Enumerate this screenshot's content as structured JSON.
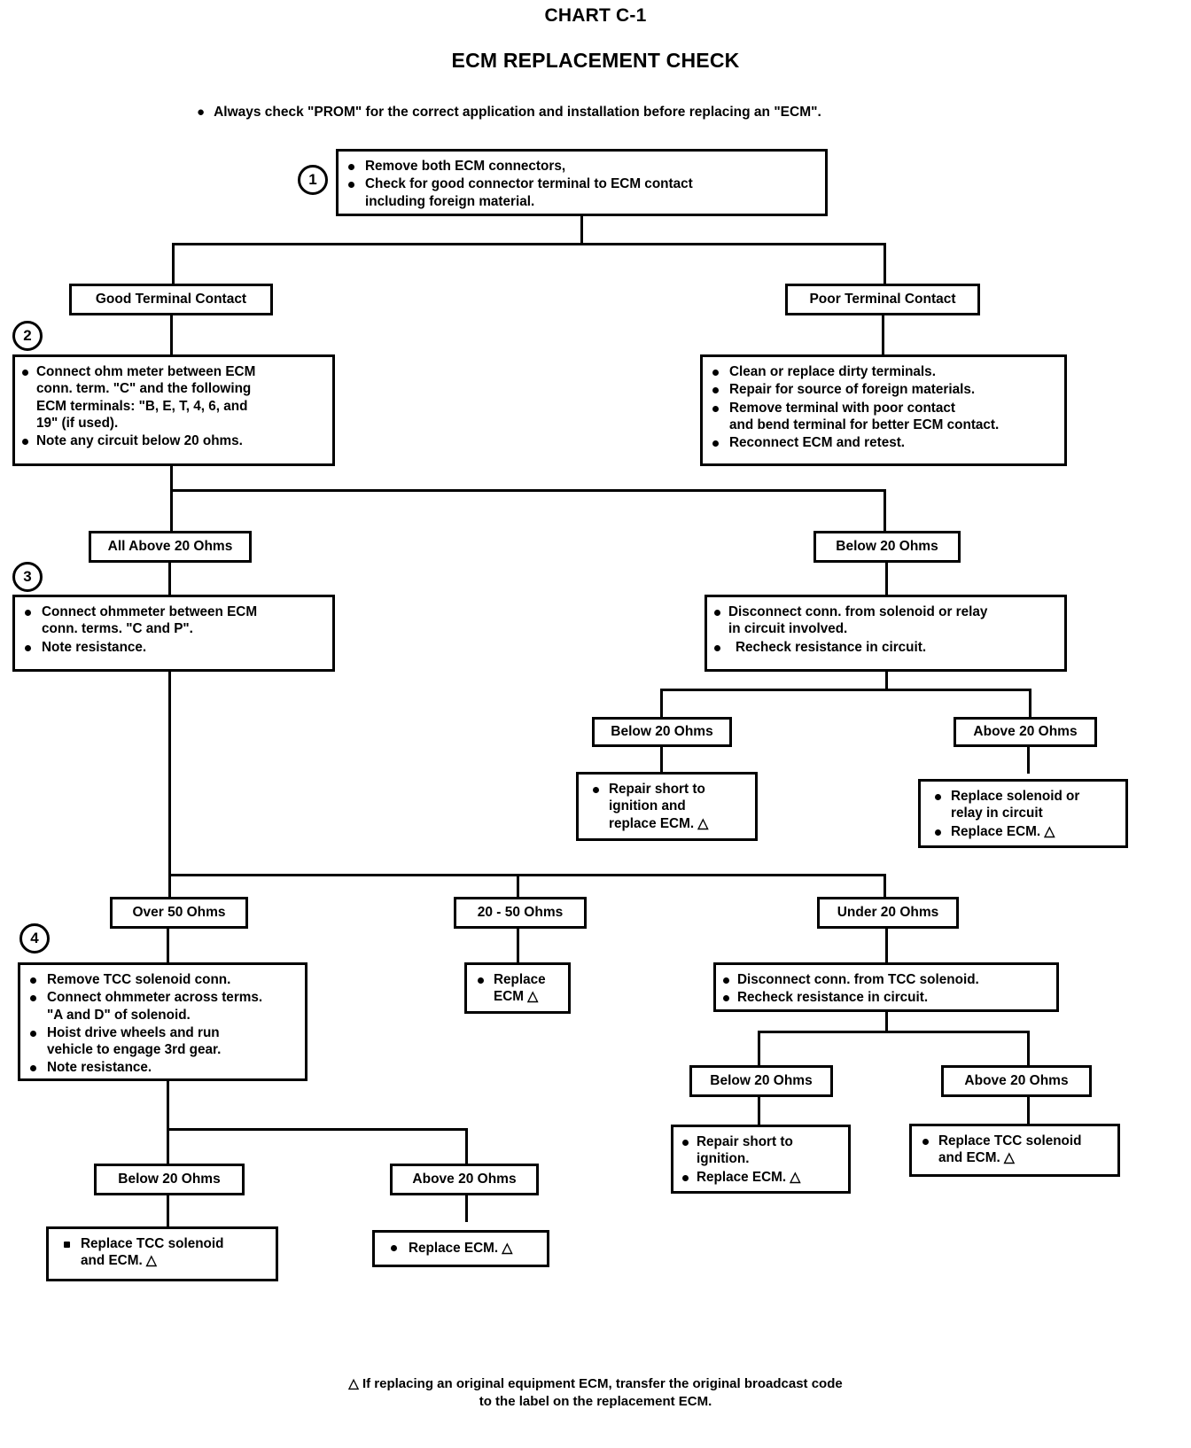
{
  "header": {
    "chart_number": "CHART C-1",
    "chart_title": "ECM REPLACEMENT CHECK",
    "prom_note": "Always check \"PROM\" for the correct application and installation before replacing an \"ECM\"."
  },
  "steps": {
    "one": "1",
    "two": "2",
    "three": "3",
    "four": "4"
  },
  "nodes": {
    "step1": {
      "lines": [
        "Remove both ECM connectors,",
        "Check for good connector terminal to ECM contact",
        "including foreign material."
      ]
    },
    "good_terminal_contact": "Good Terminal Contact",
    "poor_terminal_contact": "Poor Terminal Contact",
    "step2": {
      "lines": [
        "Connect ohm meter between ECM",
        "conn. term. \"C\" and the following",
        "ECM terminals: \"B, E, T, 4, 6, and",
        "19\" (if used).",
        "Note any circuit below 20 ohms."
      ]
    },
    "poor_actions": {
      "lines": [
        "Clean or replace dirty terminals.",
        "Repair for source of foreign materials.",
        "Remove terminal with poor contact",
        "and bend terminal for better ECM contact.",
        "Reconnect ECM and retest."
      ]
    },
    "all_above_20": "All Above 20 Ohms",
    "below_20_a": "Below 20 Ohms",
    "step3": {
      "lines": [
        "Connect ohmmeter between ECM",
        "conn. terms. \"C and P\".",
        "Note resistance."
      ]
    },
    "disconnect_solenoid_relay": {
      "lines": [
        "Disconnect conn. from solenoid or relay",
        "in circuit involved.",
        "Recheck resistance in circuit."
      ]
    },
    "below_20_b": "Below 20 Ohms",
    "above_20_b": "Above 20 Ohms",
    "repair_short_ign_replace_ecm": {
      "lines": [
        "Repair short to",
        "ignition and",
        "replace ECM. △"
      ]
    },
    "replace_solenoid_relay": {
      "lines": [
        "Replace solenoid or",
        "relay in circuit",
        "Replace ECM. △"
      ]
    },
    "over_50": "Over 50 Ohms",
    "twenty_to_50": "20 - 50 Ohms",
    "under_20": "Under 20 Ohms",
    "step4": {
      "lines": [
        "Remove TCC solenoid conn.",
        "Connect ohmmeter across terms.",
        "\"A and D\" of solenoid.",
        "Hoist drive wheels and run",
        "vehicle to engage 3rd gear.",
        "Note resistance."
      ]
    },
    "replace_ecm_only": {
      "lines": [
        "Replace",
        "ECM △"
      ]
    },
    "disconnect_tcc": {
      "lines": [
        "Disconnect conn. from TCC solenoid.",
        "Recheck resistance in circuit."
      ]
    },
    "below_20_c": "Below 20 Ohms",
    "above_20_c": "Above 20 Ohms",
    "repair_short_ign": {
      "lines": [
        "Repair short to",
        "ignition.",
        "Replace ECM.    △"
      ]
    },
    "replace_tcc_and_ecm_c": {
      "lines": [
        "Replace TCC solenoid",
        "and ECM. △"
      ]
    },
    "below_20_d": "Below 20 Ohms",
    "above_20_d": "Above 20 Ohms",
    "replace_tcc_and_ecm_d": {
      "lines": [
        "Replace TCC solenoid",
        "and ECM.  △"
      ]
    },
    "replace_ecm_d": {
      "lines": [
        "Replace ECM. △"
      ]
    }
  },
  "footnote": {
    "line1": "△ If replacing an original equipment ECM, transfer the original broadcast code",
    "line2": "to the label on the replacement ECM."
  }
}
